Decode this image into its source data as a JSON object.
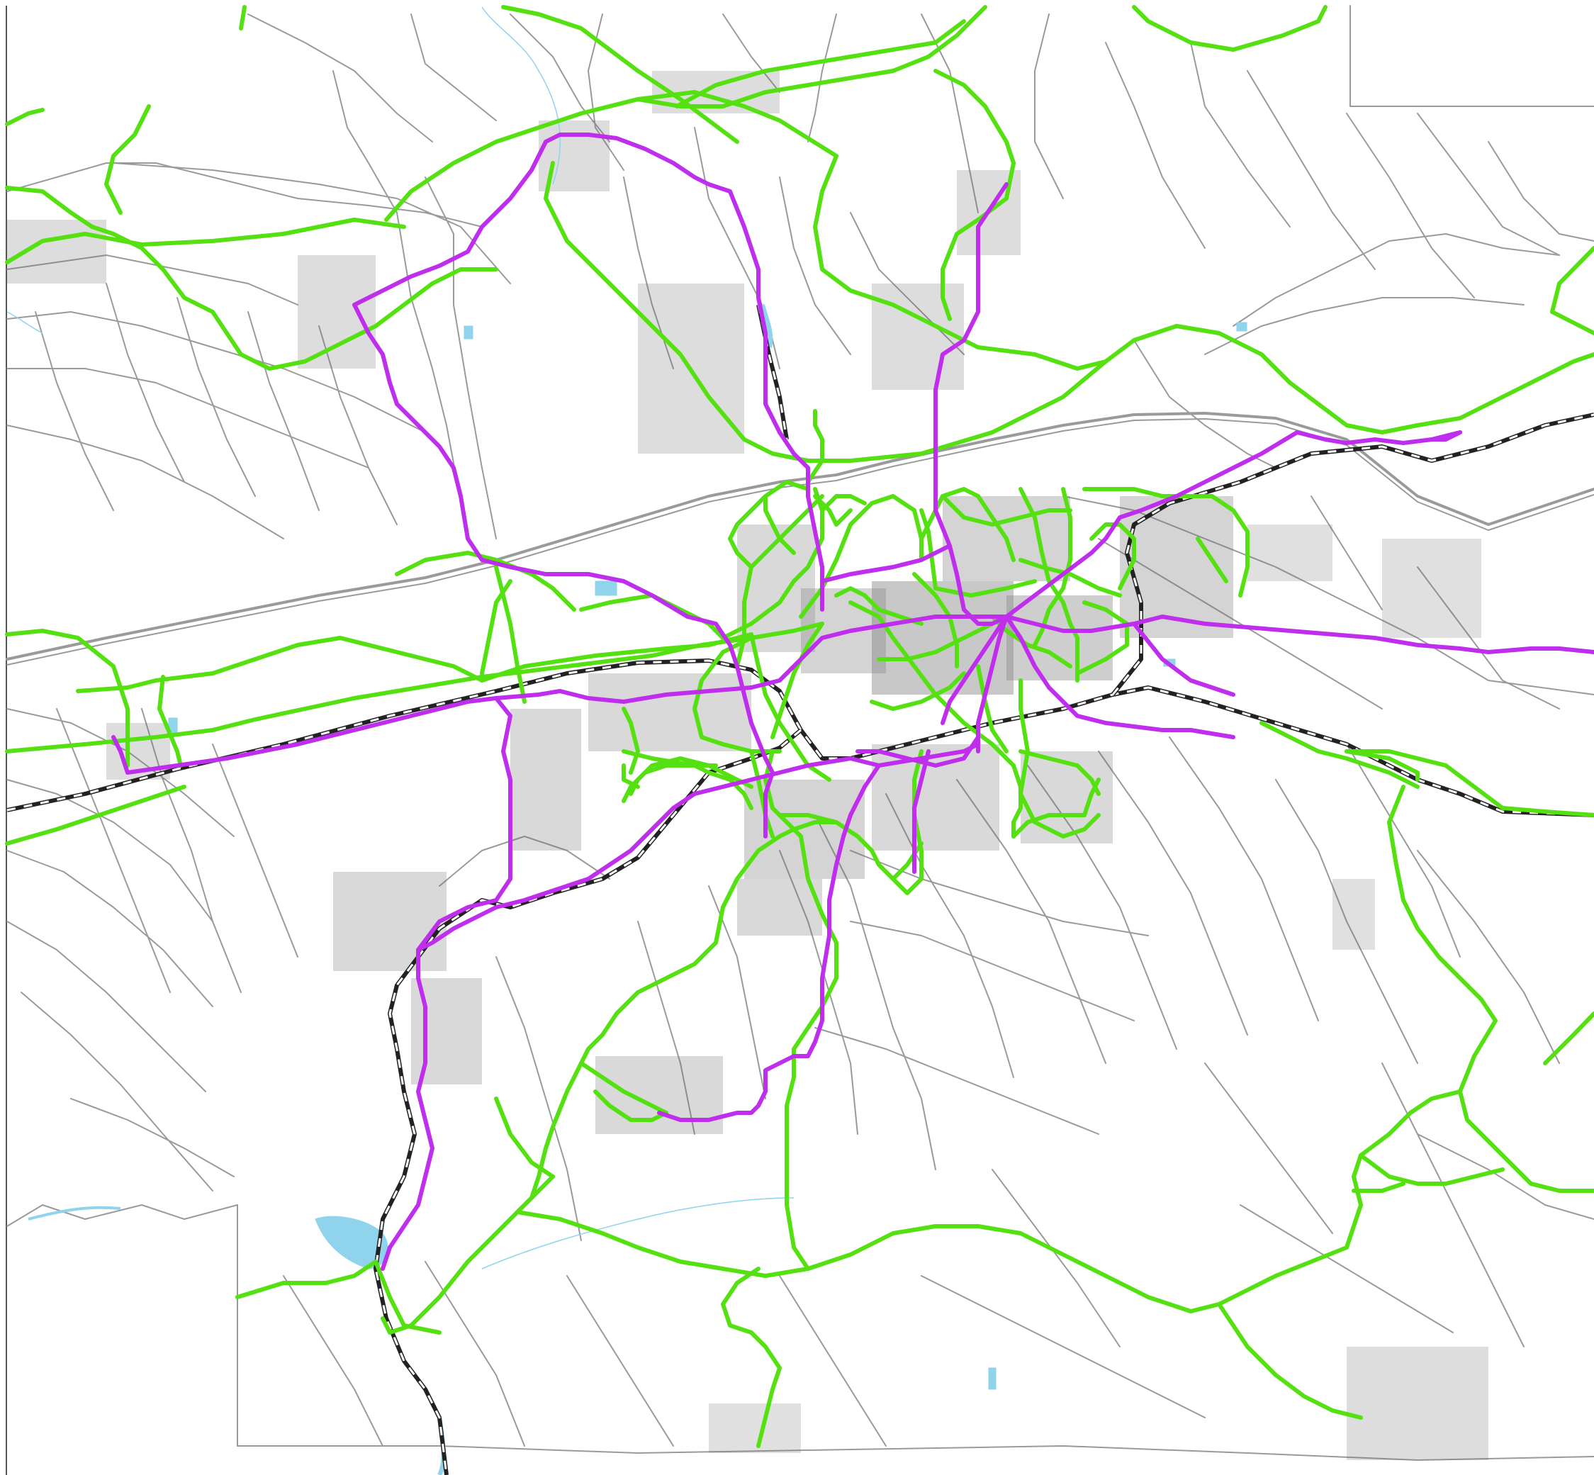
{
  "map": {
    "colors": {
      "background": "#ffffff",
      "roads": "#9a9a9a",
      "buildings": "#6e6e6e",
      "water": "#8fd3ec",
      "railway_dark": "#222222",
      "railway_light": "#ffffff",
      "green_route": "#55e011",
      "purple_route": "#bf2eec",
      "frame": "#555555"
    },
    "layers": [
      "roads",
      "buildings",
      "water",
      "railway",
      "green-routes",
      "purple-routes"
    ]
  }
}
